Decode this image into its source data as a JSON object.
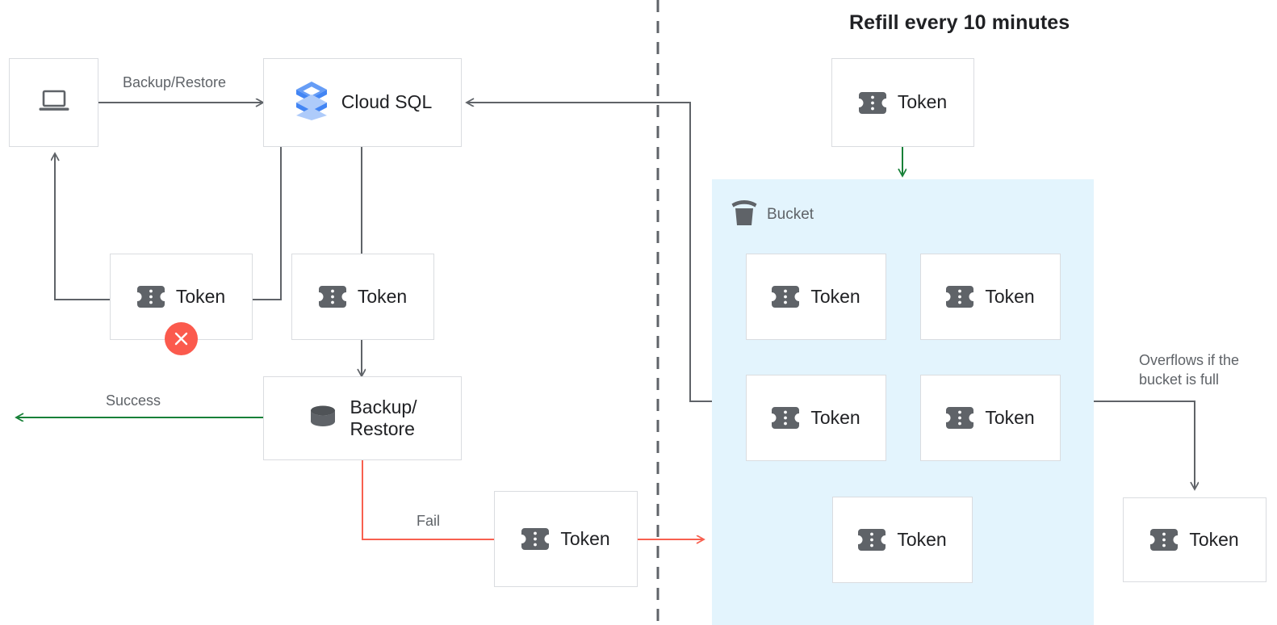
{
  "title": "Refill every 10 minutes",
  "colors": {
    "edge_dark": "#5f6368",
    "edge_green": "#188038",
    "edge_red": "#f8604f",
    "bucket_bg": "#e3f4fd",
    "box_border": "#dadce0",
    "icon_gray": "#5f6368",
    "fail_badge": "#fb5a4d",
    "cloudsql_blue": "#4285f4",
    "text_primary": "#202124",
    "text_secondary": "#5f6368"
  },
  "nodes": {
    "client": {
      "label": "",
      "icon": "laptop-icon"
    },
    "cloudsql": {
      "label": "Cloud SQL",
      "icon": "cloud-sql-icon"
    },
    "token_rejected": {
      "label": "Token",
      "icon": "token-icon",
      "badge": "fail-x-badge"
    },
    "token_consumed": {
      "label": "Token",
      "icon": "token-icon"
    },
    "backup_restore": {
      "label": "Backup/\nRestore",
      "icon": "database-icon"
    },
    "token_failed": {
      "label": "Token",
      "icon": "token-icon"
    },
    "token_refill": {
      "label": "Token",
      "icon": "token-icon"
    },
    "token_overflow": {
      "label": "Token",
      "icon": "token-icon"
    }
  },
  "bucket": {
    "label": "Bucket",
    "icon": "bucket-icon",
    "tokens": [
      {
        "label": "Token",
        "icon": "token-icon"
      },
      {
        "label": "Token",
        "icon": "token-icon"
      },
      {
        "label": "Token",
        "icon": "token-icon"
      },
      {
        "label": "Token",
        "icon": "token-icon"
      },
      {
        "label": "Token",
        "icon": "token-icon"
      }
    ]
  },
  "edges": {
    "backup_restore_label": "Backup/Restore",
    "success_label": "Success",
    "fail_label": "Fail",
    "overflow_label": "Overflows if the\nbucket is full"
  }
}
